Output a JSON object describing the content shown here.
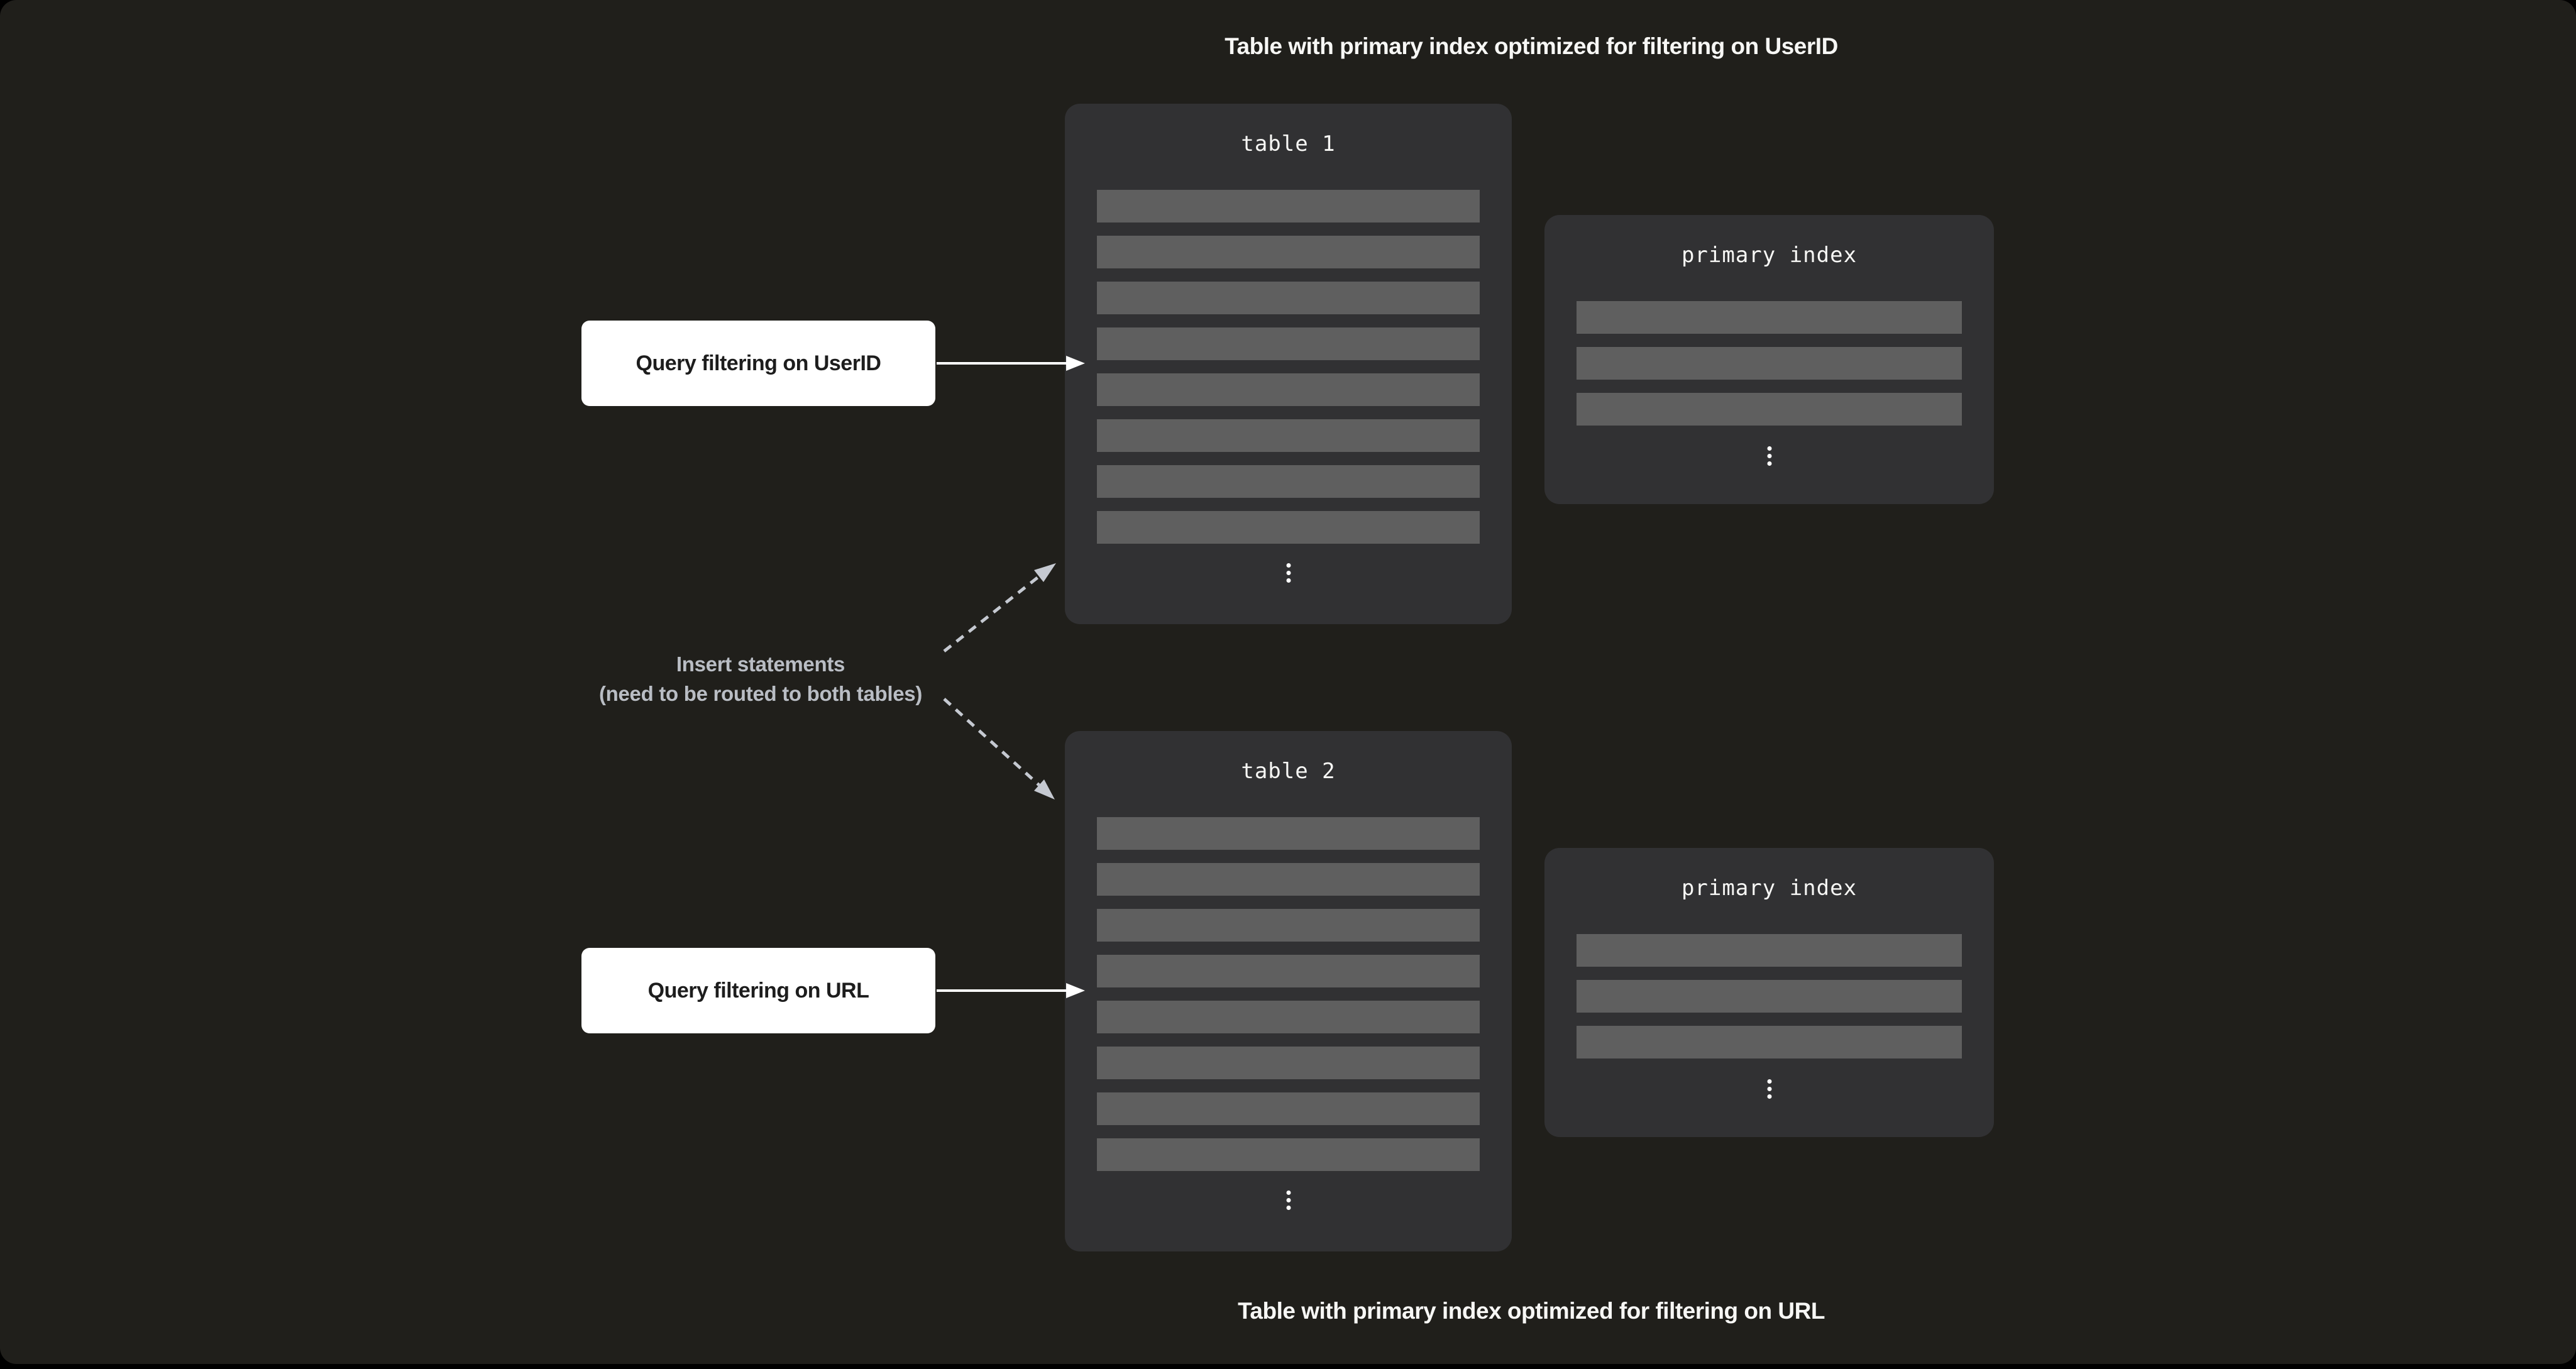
{
  "captions": {
    "top": "Table with primary index optimized for filtering on UserID",
    "bottom": "Table with primary index optimized for filtering on URL"
  },
  "query_labels": {
    "userid": "Query filtering on UserID",
    "url": "Query filtering on URL"
  },
  "insert_note": {
    "line1": "Insert statements",
    "line2": "(need to be routed to both tables)"
  },
  "table1": {
    "title": "table 1",
    "row_count": 8
  },
  "table2": {
    "title": "table 2",
    "row_count": 8
  },
  "index1": {
    "title": "primary index",
    "row_count": 3
  },
  "index2": {
    "title": "primary index",
    "row_count": 3
  },
  "colors": {
    "canvas_bg": "#201f1b",
    "panel": "#313133",
    "row": "#5f5f5f",
    "title_text": "#f7f7f5",
    "note_text": "#b9bdc4",
    "arrow_solid": "#ffffff",
    "arrow_dashed": "#c5c9d1",
    "label_bg": "#ffffff",
    "label_text": "#1d1d1d"
  }
}
